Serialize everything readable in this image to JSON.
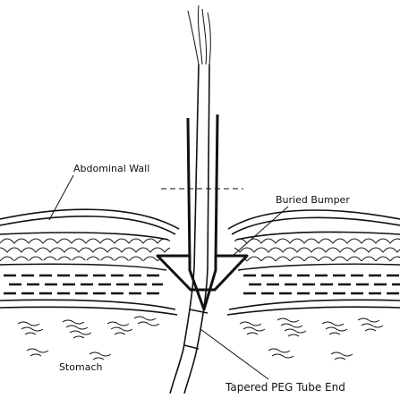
{
  "labels": {
    "abdominal_wall": "Abdominal Wall",
    "buried_bumper": "Buried Bumper",
    "stomach": "Stomach",
    "tube_end": "Tapered PEG Tube End"
  },
  "colors": {
    "ink": "#111111",
    "background": "#ffffff"
  }
}
